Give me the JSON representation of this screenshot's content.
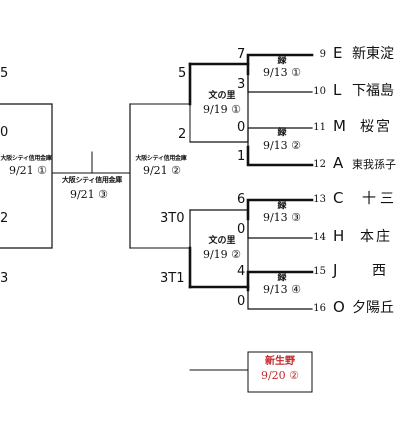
{
  "left_scores": [
    "5",
    "0",
    "2",
    "3"
  ],
  "matches": {
    "r1_9_10": {
      "venue": "緑",
      "date": "9/13 ①",
      "score_top": "7",
      "score_bottom": "3"
    },
    "r1_11_12": {
      "venue": "緑",
      "date": "9/13 ②",
      "score_top": "0",
      "score_bottom": "1"
    },
    "r1_13_14": {
      "venue": "緑",
      "date": "9/13 ③",
      "score_top": "6",
      "score_bottom": "0"
    },
    "r1_15_16": {
      "venue": "緑",
      "date": "9/13 ④",
      "score_top": "4",
      "score_bottom": "0"
    },
    "r2_top": {
      "venue": "文の里",
      "date": "9/19 ①",
      "score_top": "5",
      "score_bottom": "2"
    },
    "r2_bottom": {
      "venue": "文の里",
      "date": "9/19 ②",
      "score_top": "3T0",
      "score_bottom": "3T1"
    },
    "r3_right": {
      "venue": "大阪シティ信用金庫",
      "date": "9/21 ②"
    },
    "r3_left": {
      "venue": "大阪シティ信用金庫",
      "date": "9/21 ①"
    },
    "center": {
      "venue": "大阪シティ信用金庫",
      "date": "9/21 ③"
    },
    "extra": {
      "venue": "新生野",
      "date": "9/20 ②"
    }
  },
  "teams": [
    {
      "seed": "9",
      "letter": "E",
      "name": "新東淀"
    },
    {
      "seed": "10",
      "letter": "L",
      "name": "下福島"
    },
    {
      "seed": "11",
      "letter": "M",
      "name": "桜宮"
    },
    {
      "seed": "12",
      "letter": "A",
      "name": "東我孫子"
    },
    {
      "seed": "13",
      "letter": "C",
      "name": "十三"
    },
    {
      "seed": "14",
      "letter": "H",
      "name": "本庄"
    },
    {
      "seed": "15",
      "letter": "J",
      "name": "西"
    },
    {
      "seed": "16",
      "letter": "O",
      "name": "夕陽丘"
    }
  ],
  "colors": {
    "line": "#111111",
    "accent_red": "#c0282c"
  }
}
